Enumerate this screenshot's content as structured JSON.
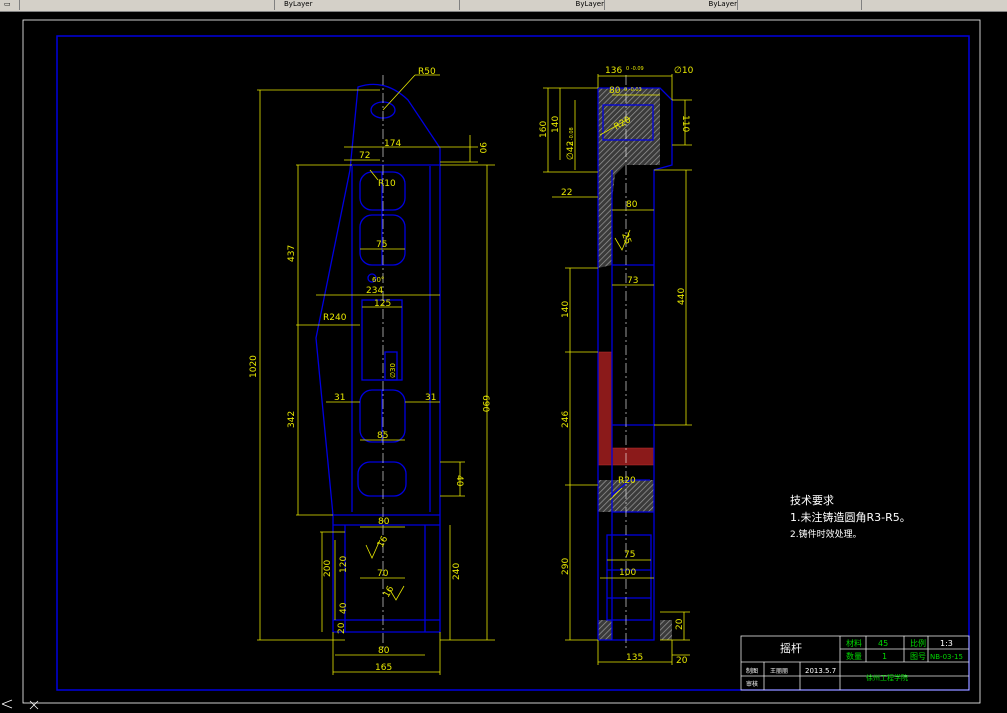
{
  "toolbar": {
    "layer_1": "ByLayer",
    "layer_2": "ByLayer",
    "layer_3": "ByLayer"
  },
  "dimensions": {
    "front": {
      "r50": "R50",
      "d174": "174",
      "d90": "90",
      "d72": "72",
      "r10": "R10",
      "d437": "437",
      "d75": "75",
      "d1020": "1020",
      "d234": "234",
      "d125": "125",
      "r240": "R240",
      "d342": "342",
      "d690": "690",
      "d31a": "31",
      "d31b": "31",
      "d85": "85",
      "d40a": "40",
      "d80a": "80",
      "d200": "200",
      "d120": "120",
      "d70": "70",
      "d40b": "40",
      "d20": "20",
      "d240": "240",
      "d80b": "80",
      "d165": "165",
      "rough16a": "16",
      "rough16b": "16",
      "angle": "60°",
      "hatch_label": "∅30"
    },
    "side": {
      "d136": "136",
      "d136_tol": "0 -0.09",
      "phi10": "∅10",
      "d80": "80",
      "d80_tol": "0 -0.03",
      "d160": "160",
      "d140a": "140",
      "phi42": "∅42",
      "phi42_tol": "0 -0.08",
      "r20a": "R20",
      "d110": "110",
      "d22": "22",
      "d80b": "80",
      "d73": "73",
      "d140b": "140",
      "d440": "440",
      "d246": "246",
      "r20b": "R20",
      "d75": "75",
      "d100": "100",
      "d290": "290",
      "d135": "135",
      "d20a": "20",
      "d20b": "20",
      "rough25": "25"
    }
  },
  "notes": {
    "title": "技术要求",
    "line1": "1.未注铸造圆角R3-R5。",
    "line2": "2.铸件时效处理。"
  },
  "title_block": {
    "part_name": "摇杆",
    "mat_label": "材料",
    "mat_value": "45",
    "scale_label": "比例",
    "scale_value": "1:3",
    "qty_label": "数量",
    "qty_value": "1",
    "drawing_label": "图号",
    "drawing_value": "NB-03-15",
    "drawn_label": "制图",
    "drawn_name": "王丽丽",
    "drawn_date": "2013.5.7",
    "check_label": "审核",
    "school": "徐州工程学院"
  },
  "colors": {
    "frame": "#0000e0",
    "dim": "#e8e800",
    "text_white": "#ffffff",
    "green": "#00d800",
    "hatch": "#808080",
    "section_red": "#8b1a1a"
  }
}
